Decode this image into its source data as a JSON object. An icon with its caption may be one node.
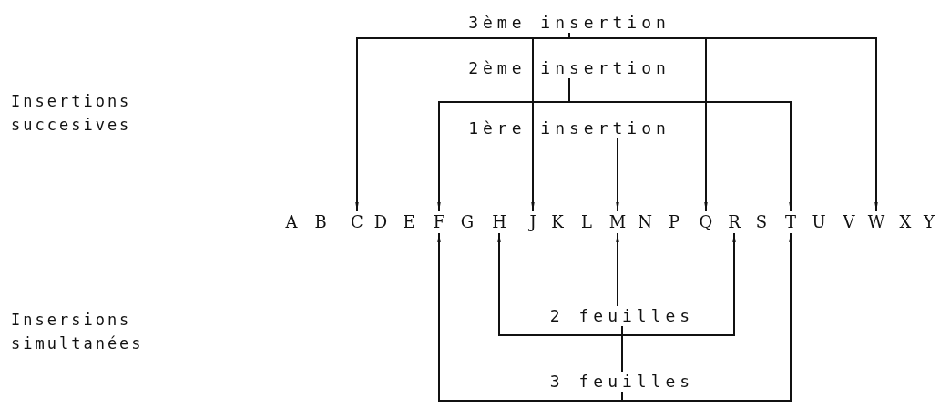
{
  "diagram": {
    "nodes": [
      {
        "text": [
          "3ème insertion"
        ]
      },
      {
        "text": [
          "2ème insertion"
        ]
      },
      {
        "text": [
          "1ère insertion"
        ]
      },
      {
        "text": [
          "A"
        ]
      },
      {
        "text": [
          "B"
        ]
      },
      {
        "text": [
          "C"
        ]
      },
      {
        "text": [
          "D"
        ]
      },
      {
        "text": [
          "E"
        ]
      },
      {
        "text": [
          "F"
        ]
      },
      {
        "text": [
          "G"
        ]
      },
      {
        "text": [
          "H"
        ]
      },
      {
        "text": [
          "J"
        ]
      },
      {
        "text": [
          "K"
        ]
      },
      {
        "text": [
          "L"
        ]
      },
      {
        "text": [
          "M"
        ]
      },
      {
        "text": [
          "N"
        ]
      },
      {
        "text": [
          "P"
        ]
      },
      {
        "text": [
          "Q"
        ]
      },
      {
        "text": [
          "R"
        ]
      },
      {
        "text": [
          "S"
        ]
      },
      {
        "text": [
          "T"
        ]
      },
      {
        "text": [
          "U"
        ]
      },
      {
        "text": [
          "V"
        ]
      },
      {
        "text": [
          "W"
        ]
      },
      {
        "text": [
          "X"
        ]
      },
      {
        "text": [
          "Y"
        ]
      },
      {
        "text": [
          "2 feuilles"
        ]
      },
      {
        "text": [
          "3 feuilles"
        ]
      }
    ],
    "edges": [
      {
        "from": 0,
        "to": 5,
        "arrow": "to"
      },
      {
        "from": 0,
        "to": 11,
        "arrow": "to"
      },
      {
        "from": 0,
        "to": 17,
        "arrow": "to"
      },
      {
        "from": 0,
        "to": 23,
        "arrow": "to"
      },
      {
        "from": 1,
        "to": 8,
        "arrow": "to"
      },
      {
        "from": 1,
        "to": 20,
        "arrow": "to"
      },
      {
        "from": 2,
        "to": 14,
        "arrow": "to"
      },
      {
        "from": 26,
        "to": 10,
        "arrow": "to"
      },
      {
        "from": 26,
        "to": 14,
        "arrow": "to"
      },
      {
        "from": 26,
        "to": 18,
        "arrow": "to"
      },
      {
        "from": 27,
        "to": 8,
        "arrow": "to"
      },
      {
        "from": 27,
        "to": 20,
        "arrow": "to"
      },
      {
        "from": 27,
        "to": 26,
        "arrow": "none"
      }
    ],
    "labels": [
      "Insertions succesives",
      "Insersions simultanées"
    ]
  }
}
